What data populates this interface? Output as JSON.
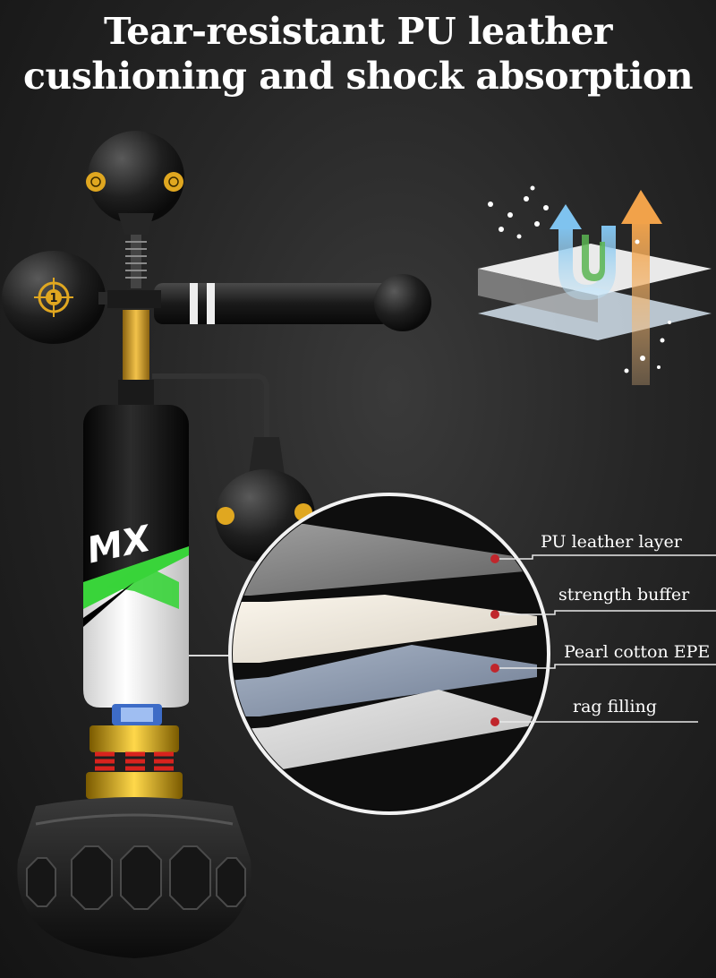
{
  "title": {
    "line1": "Tear-resistant PU leather",
    "line2": "cushioning and shock absorption"
  },
  "product": {
    "brand_mark": "MX",
    "target_number": "1"
  },
  "layers": [
    {
      "label": "PU leather layer"
    },
    {
      "label": "strength buffer"
    },
    {
      "label": "Pearl cotton EPE"
    },
    {
      "label": "rag filling"
    }
  ],
  "colors": {
    "background": "#1c1c1c",
    "accent_green": "#39d43a",
    "accent_gold": "#d9a520",
    "marker_red": "#c0262c",
    "arrow_blue": "#7fc3ef",
    "arrow_orange": "#f1a24a"
  },
  "icons": {
    "breathable": "breathable-layers-icon"
  }
}
